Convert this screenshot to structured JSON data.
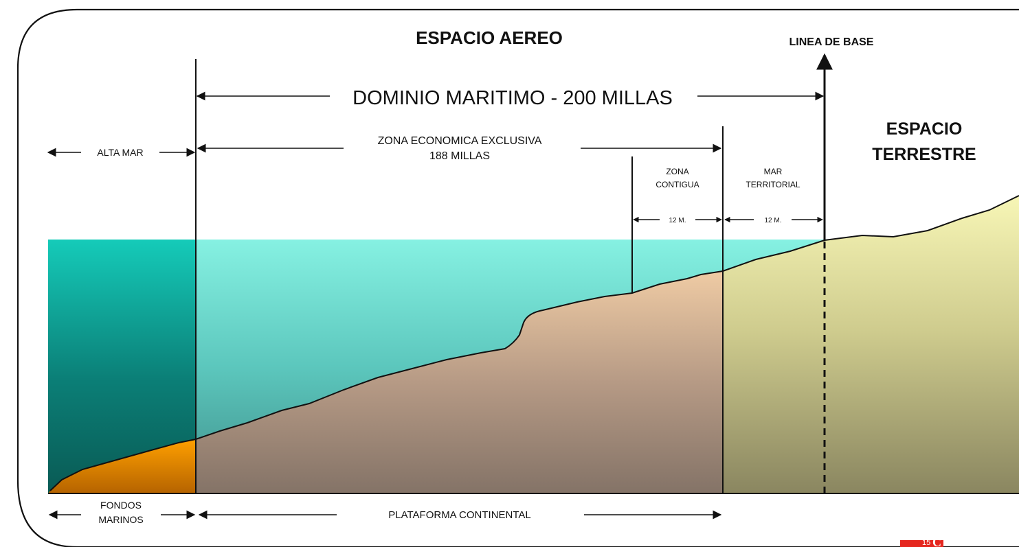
{
  "labels": {
    "espacio_aereo": "ESPACIO  AEREO",
    "linea_de_base": "LINEA  DE  BASE",
    "dominio_maritimo": "DOMINIO  MARITIMO - 200  MILLAS",
    "espacio_terrestre_1": "ESPACIO",
    "espacio_terrestre_2": "TERRESTRE",
    "alta_mar": "ALTA MAR",
    "zee_1": "ZONA  ECONOMICA  EXCLUSIVA",
    "zee_2": "188  MILLAS",
    "zona_contigua_1": "ZONA",
    "zona_contigua_2": "CONTIGUA",
    "mar_territorial_1": "MAR",
    "mar_territorial_2": "TERRITORIAL",
    "zona_contigua_width": "12 M.",
    "mar_territorial_width": "12 M.",
    "fondos_marinos_1": "FONDOS",
    "fondos_marinos_2": "MARINOS",
    "plataforma_continental": "PLATAFORMA  CONTINENTAL"
  },
  "badge": {
    "number": "15",
    "letter": "C"
  },
  "colors": {
    "high_sea_water": "#0f8f86",
    "sea_water": "#7be9dc",
    "land": "#eceaa6",
    "continental_shelf": "#c9a888",
    "seabed": "#ff9b00",
    "badge": "#e5271f"
  }
}
